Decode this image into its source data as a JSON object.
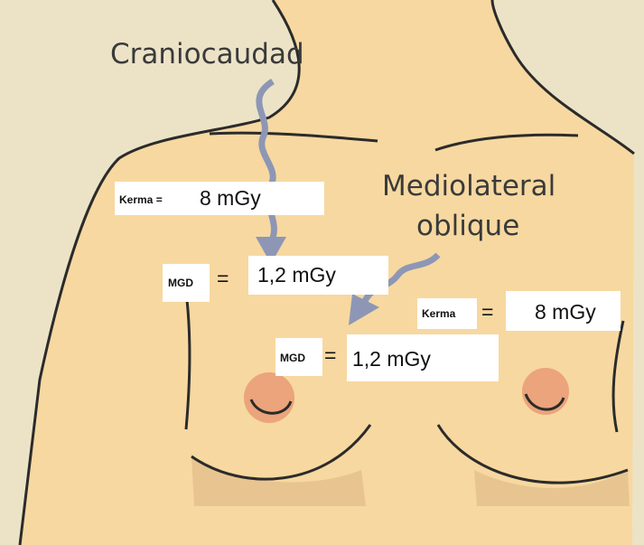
{
  "labels": {
    "craniocaudal": "Craniocaudad",
    "mediolateral_line1": "Mediolateral",
    "mediolateral_line2": "oblique"
  },
  "cc_annotation": {
    "kerma_label": "Kerma =",
    "kerma_value": "8 mGy",
    "mgd_label": "MGD",
    "mgd_equals": "=",
    "mgd_value": "1,2 mGy"
  },
  "mlo_annotation": {
    "kerma_label": "Kerma",
    "kerma_equals": "=",
    "kerma_value": "8 mGy",
    "mgd_label": "MGD",
    "mgd_equals": "=",
    "mgd_value": "1,2 mGy"
  },
  "colors": {
    "background": "#ece3c7",
    "skin": "#f7d8a0",
    "outline": "#2b2b2b",
    "nipple": "#eba47b",
    "arrow": "#8d97b5",
    "shade": "#e8c590"
  }
}
